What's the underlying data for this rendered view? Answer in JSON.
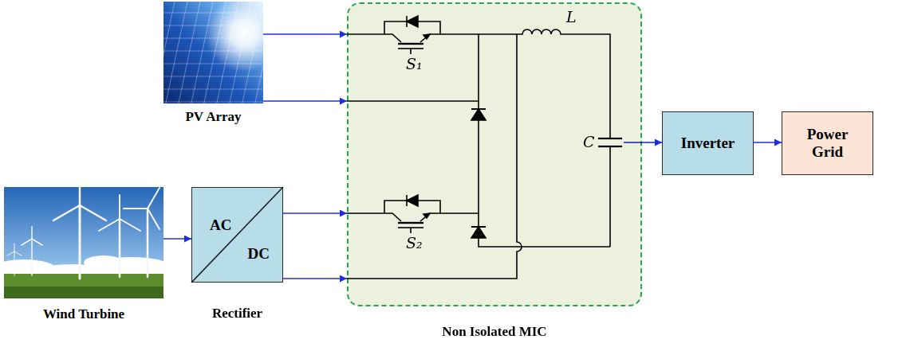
{
  "diagram": {
    "nodes": [
      {
        "text": [
          "PV Array"
        ]
      },
      {
        "text": [
          "Wind Turbine"
        ]
      },
      {
        "text": [
          "AC",
          "DC",
          "Rectifier"
        ]
      },
      {
        "text": [
          "Non Isolated MIC"
        ]
      },
      {
        "text": [
          "Inverter"
        ]
      },
      {
        "text": [
          "Power Grid"
        ]
      }
    ],
    "edges": [
      {
        "from": 0,
        "to": 3,
        "arrow": "to"
      },
      {
        "from": 0,
        "to": 3,
        "arrow": "to"
      },
      {
        "from": 1,
        "to": 2,
        "arrow": "to"
      },
      {
        "from": 2,
        "to": 3,
        "arrow": "to"
      },
      {
        "from": 2,
        "to": 3,
        "arrow": "to"
      },
      {
        "from": 3,
        "to": 4,
        "arrow": "to"
      },
      {
        "from": 4,
        "to": 5,
        "arrow": "to"
      }
    ],
    "labels": [
      "S₁",
      "L",
      "C",
      "S₂"
    ]
  }
}
